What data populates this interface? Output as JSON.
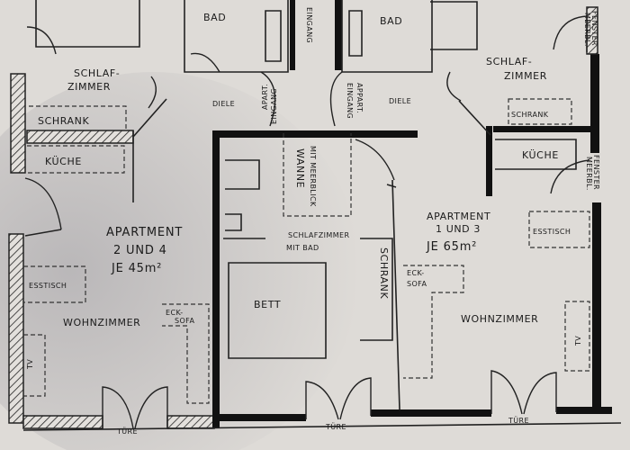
{
  "labels": {
    "bad_left": "BAD",
    "bad_right": "BAD",
    "eingang_top": "EINGANG",
    "schlafzimmer_left_1": "SCHLAF-",
    "schlafzimmer_left_2": "ZIMMER",
    "schlafzimmer_right_1": "SCHLAF-",
    "schlafzimmer_right_2": "ZIMMER",
    "schrank_left": "SCHRANK",
    "schrank_right": "SCHRANK",
    "schrank_center": "SCHRANK",
    "kueche_left": "KÜCHE",
    "kueche_right": "KÜCHE",
    "diele_left": "DIELE",
    "diele_right": "DIELE",
    "app_eingang_left_1": "APART.",
    "app_eingang_left_2": "EINGANG",
    "app_eingang_right_1": "APPART.",
    "app_eingang_right_2": "EINGANG",
    "fenster_top_1": "FENSTER",
    "fenster_top_2": "MEERBL.",
    "fenster_mid_1": "FENSTER",
    "fenster_mid_2": "MEERBL.",
    "wanne_1": "WANNE",
    "wanne_2": "MIT MEERBLICK",
    "schlafzimmer_bad_1": "SCHLAFZIMMER",
    "schlafzimmer_bad_2": "MIT BAD",
    "bett": "BETT",
    "apt_left_1": "APARTMENT",
    "apt_left_2": "2 UND 4",
    "apt_left_3": "JE 45m²",
    "apt_right_1": "APARTMENT",
    "apt_right_2": "1 UND 3",
    "apt_right_3": "JE 65m²",
    "esstisch_left": "ESSTISCH",
    "esstisch_right": "ESSTISCH",
    "wohnzimmer_left": "WOHNZIMMER",
    "wohnzimmer_right": "WOHNZIMMER",
    "ecksofa_left_1": "ECK-",
    "ecksofa_left_2": "SOFA",
    "ecksofa_right_1": "ECK-",
    "ecksofa_right_2": "SOFA",
    "tv_left": "TV",
    "tv_right": "TV",
    "tuere_left": "TÜRE",
    "tuere_center": "TÜRE",
    "tuere_right": "TÜRE"
  }
}
